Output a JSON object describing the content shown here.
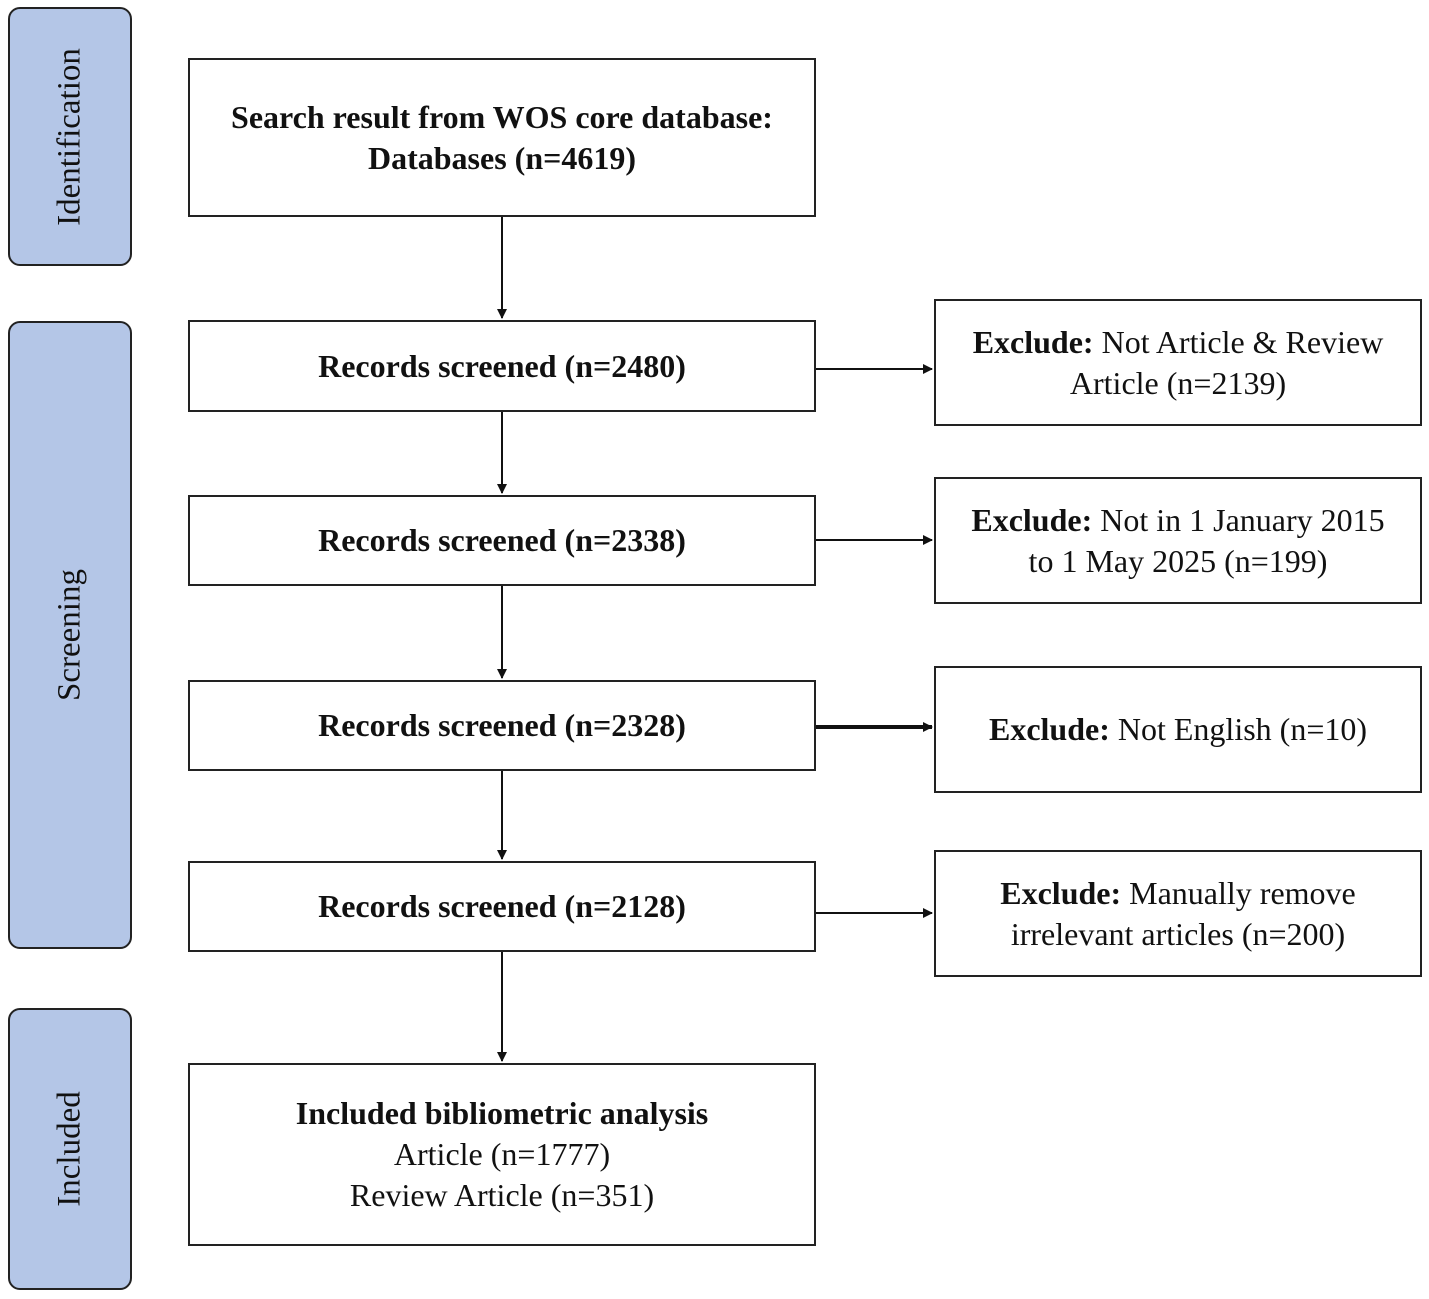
{
  "stages": {
    "identification": "Identification",
    "screening": "Screening",
    "included": "Included"
  },
  "main_boxes": {
    "search": {
      "line1": "Search result from WOS core database:",
      "line2": "Databases (n=4619)"
    },
    "screen1": "Records screened (n=2480)",
    "screen2": "Records screened (n=2338)",
    "screen3": "Records screened (n=2328)",
    "screen4": "Records screened (n=2128)",
    "included": {
      "title": "Included bibliometric analysis",
      "line1": "Article (n=1777)",
      "line2": "Review Article (n=351)"
    }
  },
  "exclusions": {
    "prefix": "Exclude:",
    "ex1": {
      "line1": "Not Article & Review",
      "line2": "Article (n=2139)"
    },
    "ex2": {
      "line1": "Not in 1 January 2015",
      "line2": "to 1 May 2025 (n=199)"
    },
    "ex3": {
      "line1": "Not English (n=10)"
    },
    "ex4": {
      "line1": "Manually remove",
      "line2": "irrelevant articles (n=200)"
    }
  },
  "colors": {
    "stage_fill": "#b4c6e7",
    "border": "#222222"
  }
}
